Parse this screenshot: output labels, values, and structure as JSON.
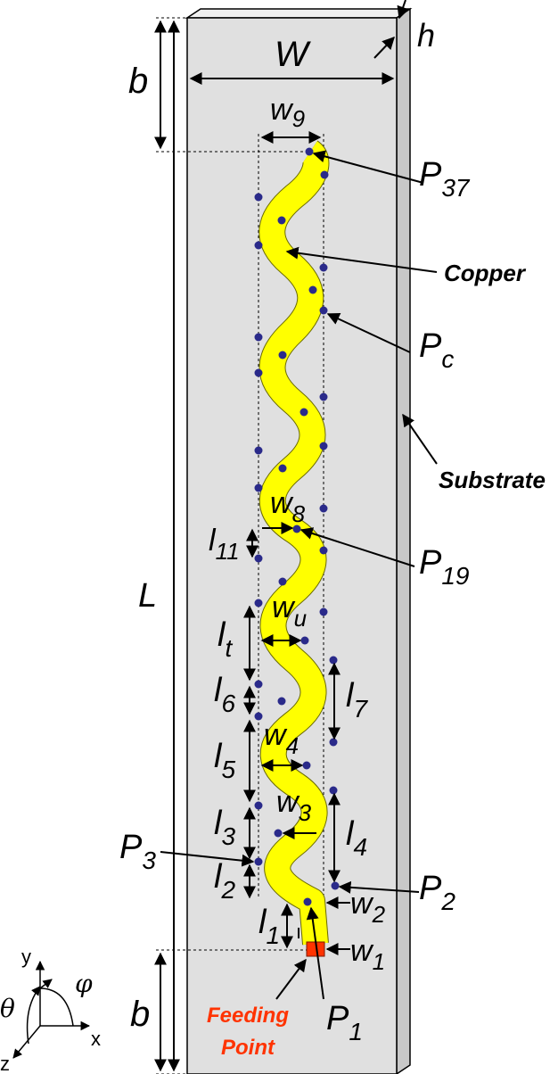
{
  "labels": {
    "b_top": "b",
    "W": "W",
    "h": "h",
    "w9_main": "w",
    "w9_sub": "9",
    "P37_main": "P",
    "P37_sub": "37",
    "copper": "Copper",
    "Pc_main": "P",
    "Pc_sub": "c",
    "substrate": "Substrate",
    "L": "L",
    "w8_main": "w",
    "w8_sub": "8",
    "l11_main": "l",
    "l11_sub": "11",
    "P19_main": "P",
    "P19_sub": "19",
    "wu_main": "w",
    "wu_sub": "u",
    "lt_main": "l",
    "lt_sub": "t",
    "l6_main": "l",
    "l6_sub": "6",
    "l7_main": "l",
    "l7_sub": "7",
    "w4_main": "w",
    "w4_sub": "4",
    "l5_main": "l",
    "l5_sub": "5",
    "w3_main": "w",
    "w3_sub": "3",
    "l3_main": "l",
    "l3_sub": "3",
    "l4_main": "l",
    "l4_sub": "4",
    "P3_main": "P",
    "P3_sub": "3",
    "l2_main": "l",
    "l2_sub": "2",
    "P2_main": "P",
    "P2_sub": "2",
    "w2_main": "w",
    "w2_sub": "2",
    "l1_main": "l",
    "l1_sub": "1",
    "w1_main": "w",
    "w1_sub": "1",
    "P1_main": "P",
    "P1_sub": "1",
    "b_bottom": "b",
    "feeding_line1": "Feeding",
    "feeding_line2": "Point",
    "axis_y": "y",
    "axis_x": "x",
    "axis_z": "z",
    "theta": "θ",
    "phi": "φ"
  },
  "colors": {
    "substrate_face": "#e0e0e0",
    "substrate_edge": "#d0d0d0",
    "copper": "#ffff00",
    "copper_outline": "#9a9a00",
    "dots": "#2a2a8a",
    "feed": "#ff3300",
    "feeding_text": "#ff3300"
  }
}
